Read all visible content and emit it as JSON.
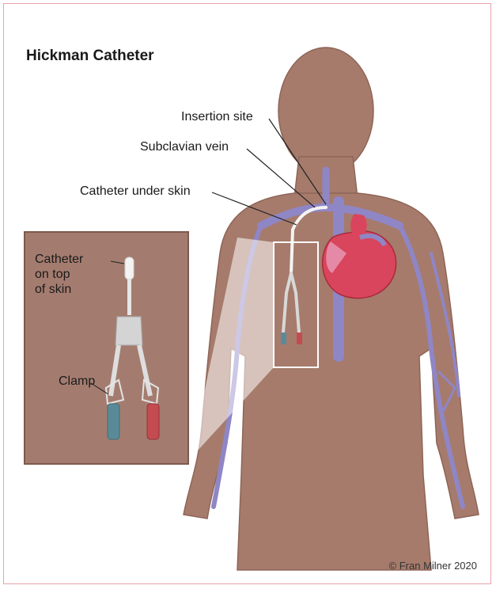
{
  "title": "Hickman Catheter",
  "labels": {
    "insertion_site": "Insertion site",
    "subclavian_vein": "Subclavian vein",
    "catheter_under_skin": "Catheter under skin",
    "catheter_on_top_line1": "Catheter",
    "catheter_on_top_line2": "on top",
    "catheter_on_top_line3": "of skin",
    "clamp": "Clamp"
  },
  "credit": "© Fran Milner 2020",
  "colors": {
    "skin": "#a67b6c",
    "inset_bg": "#a47c6f",
    "vein": "#8f86c6",
    "heart": "#d9455c",
    "frame_border": "#e7a3a8"
  }
}
